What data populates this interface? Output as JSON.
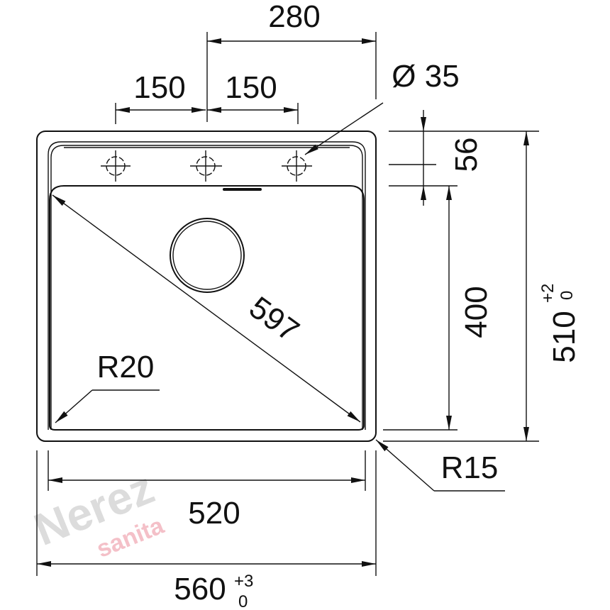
{
  "drawing": {
    "dimensions": {
      "tap_holes_span": "280",
      "hole_spacing_left": "150",
      "hole_spacing_right": "150",
      "hole_diameter": "Ø 35",
      "deck_depth": "56",
      "bowl_depth": "400",
      "overall_depth": "510",
      "overall_depth_tol_upper": "+2",
      "overall_depth_tol_lower": "0",
      "diagonal": "597",
      "inner_radius": "R20",
      "outer_radius": "R15",
      "bowl_width": "520",
      "overall_width": "560",
      "overall_width_tol_upper": "+3",
      "overall_width_tol_lower": "0"
    },
    "watermark": {
      "line1": "Nerez",
      "line2": "sanita",
      "color1": "#d8d8d8",
      "color2": "#f2b8c0"
    }
  }
}
